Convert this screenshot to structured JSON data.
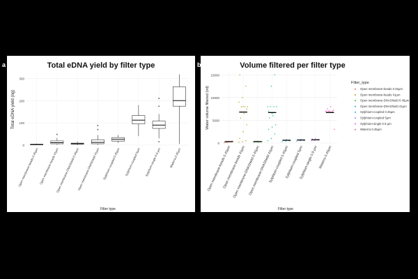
{
  "panel_labels": [
    "a",
    "b"
  ],
  "chart_data": [
    {
      "type": "box",
      "title": "Total eDNA yield by filter type",
      "xlabel": "Filter type",
      "ylabel": "Total eDNA yield (ng)",
      "ylim": [
        0,
        320
      ],
      "yticks": [
        0,
        100,
        200,
        300
      ],
      "grid": true,
      "categories": [
        "Open membrane-beads 0.45µm",
        "Open membrane-beads 41µm",
        "Open membrane-DNAShield 0.45µm",
        "Open membrane-DNAShield 41µm",
        "Sylphium-coupled 0.45µm",
        "Sylphium-coupled 5µm",
        "Sylphium-single 0.8 µm",
        "Waterra 0.45µm"
      ],
      "boxes": [
        {
          "min": 0,
          "q1": 1,
          "median": 2,
          "q3": 4,
          "max": 7,
          "outliers": []
        },
        {
          "min": 1,
          "q1": 6,
          "median": 11,
          "q3": 19,
          "max": 32,
          "outliers": [
            48
          ]
        },
        {
          "min": 0,
          "q1": 4,
          "median": 6,
          "q3": 9,
          "max": 16,
          "outliers": []
        },
        {
          "min": 1,
          "q1": 6,
          "median": 12,
          "q3": 24,
          "max": 45,
          "outliers": [
            70,
            88
          ]
        },
        {
          "min": 10,
          "q1": 18,
          "median": 26,
          "q3": 34,
          "max": 45,
          "outliers": []
        },
        {
          "min": 40,
          "q1": 95,
          "median": 112,
          "q3": 133,
          "max": 180,
          "outliers": []
        },
        {
          "min": 30,
          "q1": 75,
          "median": 90,
          "q3": 108,
          "max": 140,
          "outliers": [
            175,
            210,
            15
          ]
        },
        {
          "min": 5,
          "q1": 175,
          "median": 200,
          "q3": 262,
          "max": 318,
          "outliers": []
        }
      ]
    },
    {
      "type": "scatter",
      "title": "Volume filtered per filter type",
      "xlabel": "Filter type",
      "ylabel": "Water volume filtered (ml)",
      "ylim": [
        0,
        15500
      ],
      "yticks": [
        0,
        5000,
        10000,
        15000
      ],
      "grid": true,
      "legend_title": "Filter_type",
      "legend_position": "right",
      "categories": [
        "Open membrane-beads 0.45µm",
        "Open membrane-beads 41µm",
        "Open membrane-DNAShield 0.45µm",
        "Open membrane-DNAShield 41µm",
        "Sylphium-coupled 0.45µm",
        "Sylphium-coupled 5µm",
        "Sylphium-single 0.8 µm",
        "Waterra 0.45µm"
      ],
      "colors": [
        "#e8735a",
        "#b3a019",
        "#45b649",
        "#18b89a",
        "#26b2d9",
        "#6d8cf5",
        "#c86ef0",
        "#f25fb5"
      ],
      "points": [
        [
          100,
          200,
          250,
          300,
          350,
          400,
          150,
          250,
          300,
          200
        ],
        [
          200,
          300,
          500,
          1000,
          2500,
          4000,
          5500,
          6500,
          8000,
          8000,
          8000,
          9000,
          10000,
          12500,
          15000,
          8000,
          7500
        ],
        [
          200,
          250,
          300,
          350,
          400,
          300,
          250,
          200,
          300,
          350
        ],
        [
          500,
          1000,
          2000,
          3000,
          3500,
          4000,
          5500,
          6000,
          8000,
          8000,
          8000,
          8000,
          12500,
          15000,
          7000,
          6500
        ],
        [
          300,
          400,
          500,
          600,
          700,
          500
        ],
        [
          400,
          500,
          600,
          700,
          800,
          600
        ],
        [
          500,
          600,
          800,
          900,
          1000,
          700
        ],
        [
          7000,
          7000,
          7000,
          7000,
          7000,
          7200,
          7500,
          8000,
          3000,
          7000,
          6800
        ]
      ],
      "means": [
        300,
        6800,
        300,
        6700,
        600,
        650,
        700,
        6700
      ]
    }
  ]
}
